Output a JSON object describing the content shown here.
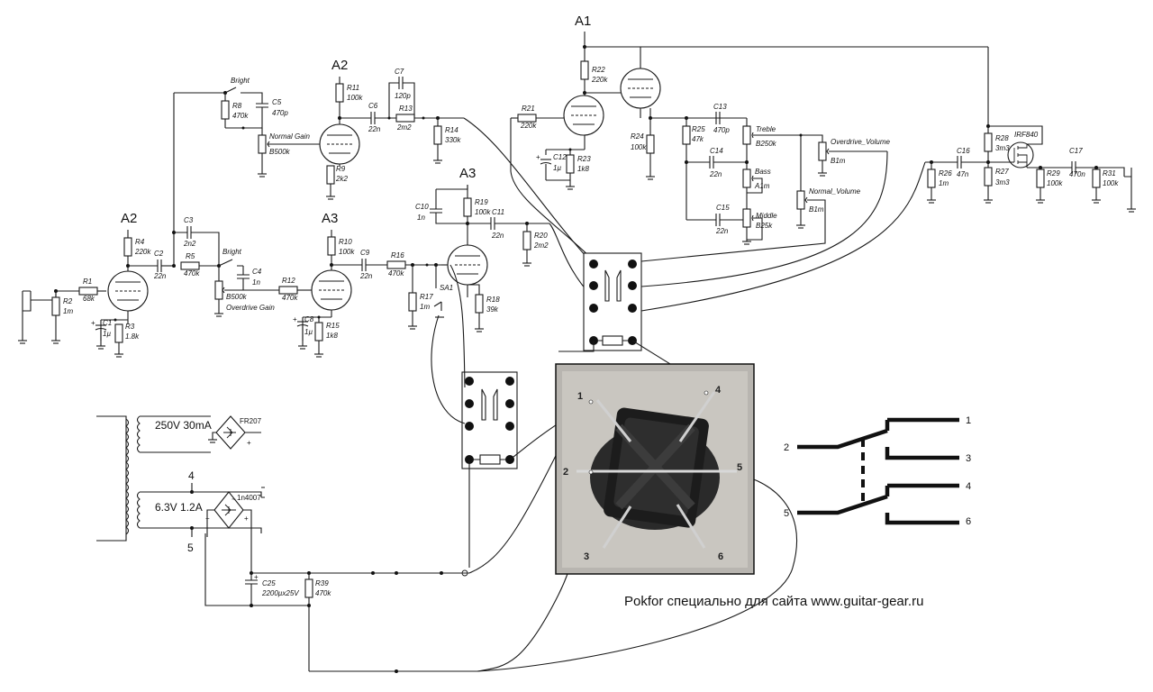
{
  "stages": {
    "a1": "A1",
    "a2_top": "A2",
    "a2_left": "A2",
    "a3_mid": "A3",
    "a3_right": "A3"
  },
  "components": {
    "r1": {
      "ref": "R1",
      "val": "68k"
    },
    "r2": {
      "ref": "R2",
      "val": "1m"
    },
    "c1": {
      "ref": "C1",
      "val": "1µ"
    },
    "r3": {
      "ref": "R3",
      "val": "1.8k"
    },
    "r4": {
      "ref": "R4",
      "val": "220k"
    },
    "c2": {
      "ref": "C2",
      "val": "22n"
    },
    "c3": {
      "ref": "C3",
      "val": "2n2"
    },
    "r5": {
      "ref": "R5",
      "val": "470k"
    },
    "bright_lower": "Bright",
    "c4": {
      "ref": "C4",
      "val": "1n"
    },
    "pot_overdrive_gain": {
      "val": "B500k",
      "name": "Overdrive Gain"
    },
    "r12": {
      "ref": "R12",
      "val": "470k"
    },
    "r10": {
      "ref": "R10",
      "val": "100k"
    },
    "c9": {
      "ref": "C9",
      "val": "22n"
    },
    "c8": {
      "ref": "C8",
      "val": "1µ"
    },
    "r15": {
      "ref": "R15",
      "val": "1k8"
    },
    "r16": {
      "ref": "R16",
      "val": "470k"
    },
    "r17": {
      "ref": "R17",
      "val": "1m"
    },
    "sa1": "SA1",
    "bright_upper": "Bright",
    "r8": {
      "ref": "R8",
      "val": "470k"
    },
    "c5": {
      "ref": "C5",
      "val": "470p"
    },
    "pot_normal_gain": {
      "val": "B500k",
      "name": "Normal Gain"
    },
    "r11": {
      "ref": "R11",
      "val": "100k"
    },
    "r9": {
      "ref": "R9",
      "val": "2k2"
    },
    "c6": {
      "ref": "C6",
      "val": "22n"
    },
    "c7": {
      "ref": "C7",
      "val": "120p"
    },
    "r13": {
      "ref": "R13",
      "val": "2m2"
    },
    "r14": {
      "ref": "R14",
      "val": "330k"
    },
    "c10": {
      "ref": "C10",
      "val": "1n"
    },
    "r19": {
      "ref": "R19",
      "val": "100k"
    },
    "c11": {
      "ref": "C11",
      "val": "22n"
    },
    "r20": {
      "ref": "R20",
      "val": "2m2"
    },
    "r18": {
      "ref": "R18",
      "val": "39k"
    },
    "r21": {
      "ref": "R21",
      "val": "220k"
    },
    "r22": {
      "ref": "R22",
      "val": "220k"
    },
    "c12": {
      "ref": "C12",
      "val": "1µ"
    },
    "r23": {
      "ref": "R23",
      "val": "1k8"
    },
    "r24": {
      "ref": "R24",
      "val": "100k"
    },
    "r25": {
      "ref": "R25",
      "val": "47k"
    },
    "c13": {
      "ref": "C13",
      "val": "470p"
    },
    "c14": {
      "ref": "C14",
      "val": "22n"
    },
    "c15": {
      "ref": "C15",
      "val": "22n"
    },
    "pot_treble": {
      "name": "Treble",
      "val": "B250k"
    },
    "pot_bass": {
      "name": "Bass",
      "val": "A1m"
    },
    "pot_middle": {
      "name": "Middle",
      "val": "B25k"
    },
    "pot_overdrive_volume": {
      "name": "Overdrive_Volume",
      "val": "B1m"
    },
    "pot_normal_volume": {
      "name": "Normal_Volume",
      "val": "B1m"
    },
    "r26": {
      "ref": "R26",
      "val": "1m"
    },
    "c16": {
      "ref": "C16",
      "val": "47n"
    },
    "r28": {
      "ref": "R28",
      "val": "3m3"
    },
    "r27": {
      "ref": "R27",
      "val": "3m3"
    },
    "mosfet": "IRF840",
    "r29": {
      "ref": "R29",
      "val": "100k"
    },
    "c17": {
      "ref": "C17",
      "val": "470n"
    },
    "r31": {
      "ref": "R31",
      "val": "100k"
    },
    "c25": {
      "ref": "C25",
      "val": "2200µx25V"
    },
    "r39": {
      "ref": "R39",
      "val": "470k"
    },
    "fr207": "FR207",
    "in4007": "1n4007"
  },
  "psu": {
    "hv_winding": "250V 30mA",
    "heater_winding": "6.3V 1.2A",
    "pin4": "4",
    "pin5": "5"
  },
  "relay_photo_pins": [
    "1",
    "4",
    "2",
    "5",
    "3",
    "6"
  ],
  "relay_diagram_pins": [
    "1",
    "2",
    "3",
    "4",
    "5",
    "6"
  ],
  "footer": "Pokfor специально для сайта  www.guitar-gear.ru"
}
